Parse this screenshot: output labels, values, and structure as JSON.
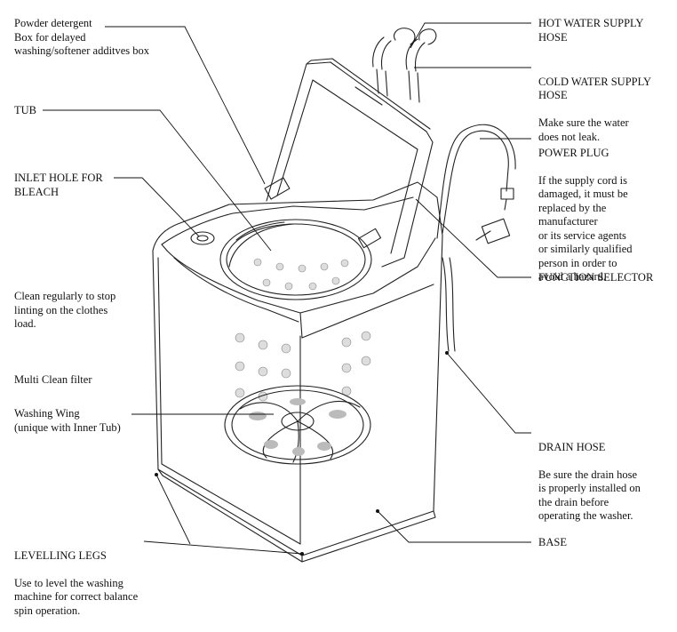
{
  "labels": {
    "powder": "Powder detergent\nBox for delayed\nwashing/softener additves box",
    "tub": "TUB",
    "bleach": "INLET HOLE FOR\nBLEACH",
    "clean": "Clean regularly to stop\nlinting on the clothes\nload.",
    "filter": "Multi Clean filter",
    "wing": "Washing Wing\n(unique with Inner Tub)",
    "legs_title": "LEVELLING LEGS",
    "legs_desc": "Use to level the washing\nmachine for correct balance\nspin operation.",
    "hot_title": "HOT WATER SUPPLY\nHOSE",
    "cold_title": "COLD WATER SUPPLY\nHOSE",
    "cold_desc": "Make sure the water\ndoes not leak.",
    "plug_title": "POWER PLUG",
    "plug_desc": "If the supply cord is\ndamaged, it must be\nreplaced by the\nmanufacturer\nor its service agents\nor similarly qualified\nperson in order to\navoid a hazard.",
    "function": "FUNCTION SELECTOR",
    "drain_title": "DRAIN HOSE",
    "drain_desc": "Be sure the drain hose\nis properly installed on\nthe drain before\noperating the washer.",
    "base": "BASE"
  }
}
